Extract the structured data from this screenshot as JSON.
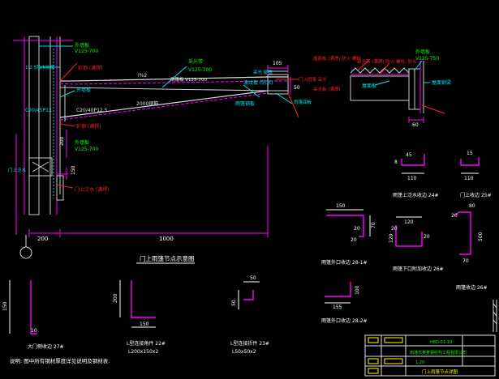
{
  "colors": {
    "background": "#000000",
    "wall": "#e0e0e0",
    "magenta": "#ff00ff",
    "red": "#ff2020",
    "cyan": "#00e5ee",
    "green": "#00ff00",
    "yellow": "#ffff00",
    "dim": "#ffffff"
  },
  "main_detail": {
    "title": "门上雨篷节点示意图",
    "dims": {
      "d105": "105",
      "d200_side": "200",
      "d150": "150",
      "d200_bottom": "200",
      "d1000": "1000",
      "d50": "50"
    },
    "labels": {
      "l1": "外墙板",
      "l1b": "V125-700",
      "l2": "1:2.5防水砂浆",
      "l3": "彩钢 (满焊)",
      "l4": "C20/45P12",
      "l5": "采光带",
      "l5b": "V125-700",
      "l6": "波纹板 (防水)",
      "l7": "外墙板",
      "l8": "C20/40P12.5",
      "l9": "2000钢筋",
      "l10": "雨篷钢板",
      "l11": "外墙板",
      "l11b": "V125-700",
      "l12": "彩钢 (满焊)",
      "l13": "门上泛水",
      "l14": "门上泛水 (满焊)",
      "slope": "i%2",
      "l15": "雨篷板 V125-700",
      "l16": "采光 屋檐",
      "l17": "门上雨篷 采光",
      "l18": "雨篷底板"
    }
  },
  "top_right_detail": {
    "labels": {
      "a": "屋面板 (满焊) 防火 螺栓",
      "b": "采光带 (满焊) 防火 螺栓, 防水",
      "c": "外墙板",
      "c2": "V125-750",
      "d": "采光板 (满焊)",
      "e": "屋面板",
      "f": "屋面钢梁"
    },
    "dims": {
      "d60": "60"
    }
  },
  "profiles": {
    "p1": {
      "caption": "雨篷上泛水收边 24#",
      "dims": [
        "45",
        "110",
        "8"
      ]
    },
    "p2": {
      "caption": "门上收边 25#",
      "dims": [
        "15",
        "110"
      ]
    },
    "p3": {
      "caption": "雨篷外口收边 28-1#",
      "dims": [
        "150",
        "20",
        "70",
        "20"
      ]
    },
    "p4": {
      "caption": "雨篷下口附加收边 26#",
      "dims": [
        "120",
        "20",
        "120",
        "20"
      ]
    },
    "p5": {
      "caption": "雨篷收边 26#",
      "dims": [
        "80",
        "20",
        "500",
        "70"
      ]
    },
    "p6": {
      "caption": "雨篷外口收边 28-2#",
      "dims": [
        "155",
        "100"
      ]
    },
    "p7": {
      "caption": "大门侧收边 27#",
      "dims": [
        "150",
        "10"
      ]
    },
    "p8": {
      "caption": "L型连接角件 22#",
      "sub": "L200x150x2",
      "dims": [
        "200",
        "150"
      ]
    },
    "p9": {
      "caption": "L型连接折件 23#",
      "sub": "L50x50x2",
      "dims": [
        "50",
        "50"
      ]
    }
  },
  "note": "说明: 图中所有钢材厚度详见说明及钢材表.",
  "title_block": {
    "r1": "H8D-01-19",
    "r2": "南通市某某钢结构工程有限公司",
    "r3": "1:20",
    "r4": "门上雨篷节点详图"
  }
}
